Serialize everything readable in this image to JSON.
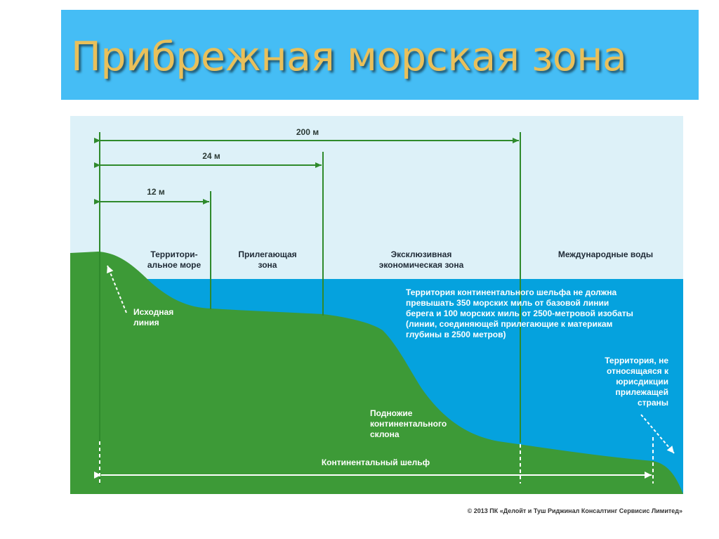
{
  "title": "Прибрежная морская зона",
  "distances": {
    "d200": "200 м",
    "d24": "24 м",
    "d12": "12 м"
  },
  "zones": {
    "territorial": "Территори-\nальное море",
    "contiguous": "Прилегающая\nзона",
    "eez": "Эксклюзивная\nэкономическая зона",
    "international": "Международные воды"
  },
  "annotations": {
    "baseline": "Исходная\nлиния",
    "shelf_note": "Территория континентального шельфа не должна\nпревышать 350 морских миль от базовой линии\nберега и 100 морских миль от 2500-метровой изобаты\n(линии, соединяющей прилегающие к материкам\nглубины в 2500 метров)",
    "slope_foot": "Подножие\nконтинентального\nсклона",
    "not_jurisdiction": "Территория, не\nотносящаяся к\nюрисдикции\nприлежащей\nстраны",
    "shelf": "Континентальный шельф"
  },
  "copyright": "© 2013 ПК «Делойт и Туш Риджинал Консалтинг Сервисис Лимитед»",
  "colors": {
    "title_band": "#45bdf5",
    "title_text": "#e9c05a",
    "sky": "#ddf1f8",
    "sea": "#05a2de",
    "land": "#3d9a37",
    "lines": "#2f8a2c"
  }
}
